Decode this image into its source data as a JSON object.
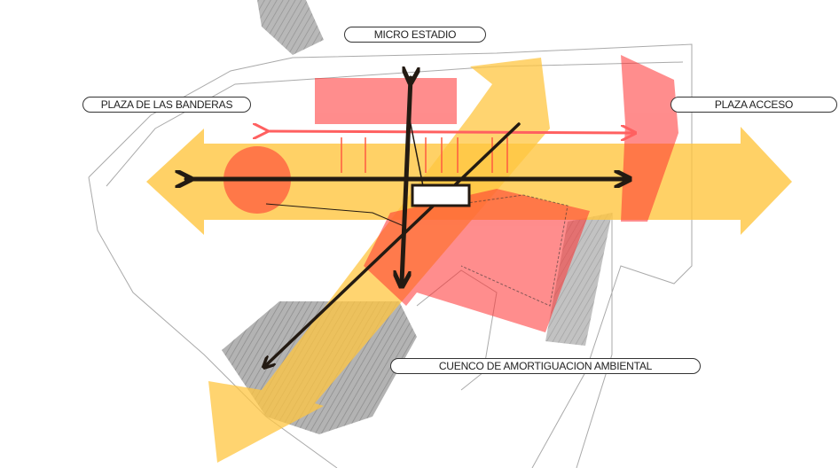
{
  "labels": {
    "micro_estadio": "MICRO ESTADIO",
    "plaza_banderas": "PLAZA DE LAS BANDERAS",
    "plaza_acceso": "PLAZA ACCESO",
    "cuenco": "CUENCO DE AMORTIGUACION AMBIENTAL"
  },
  "colors": {
    "yellow_axis": "#ffc640",
    "red_zone": "#ff3030",
    "pink_axis": "#ff6060",
    "black_axis": "#231a12",
    "parking": "#8a8a8a"
  }
}
